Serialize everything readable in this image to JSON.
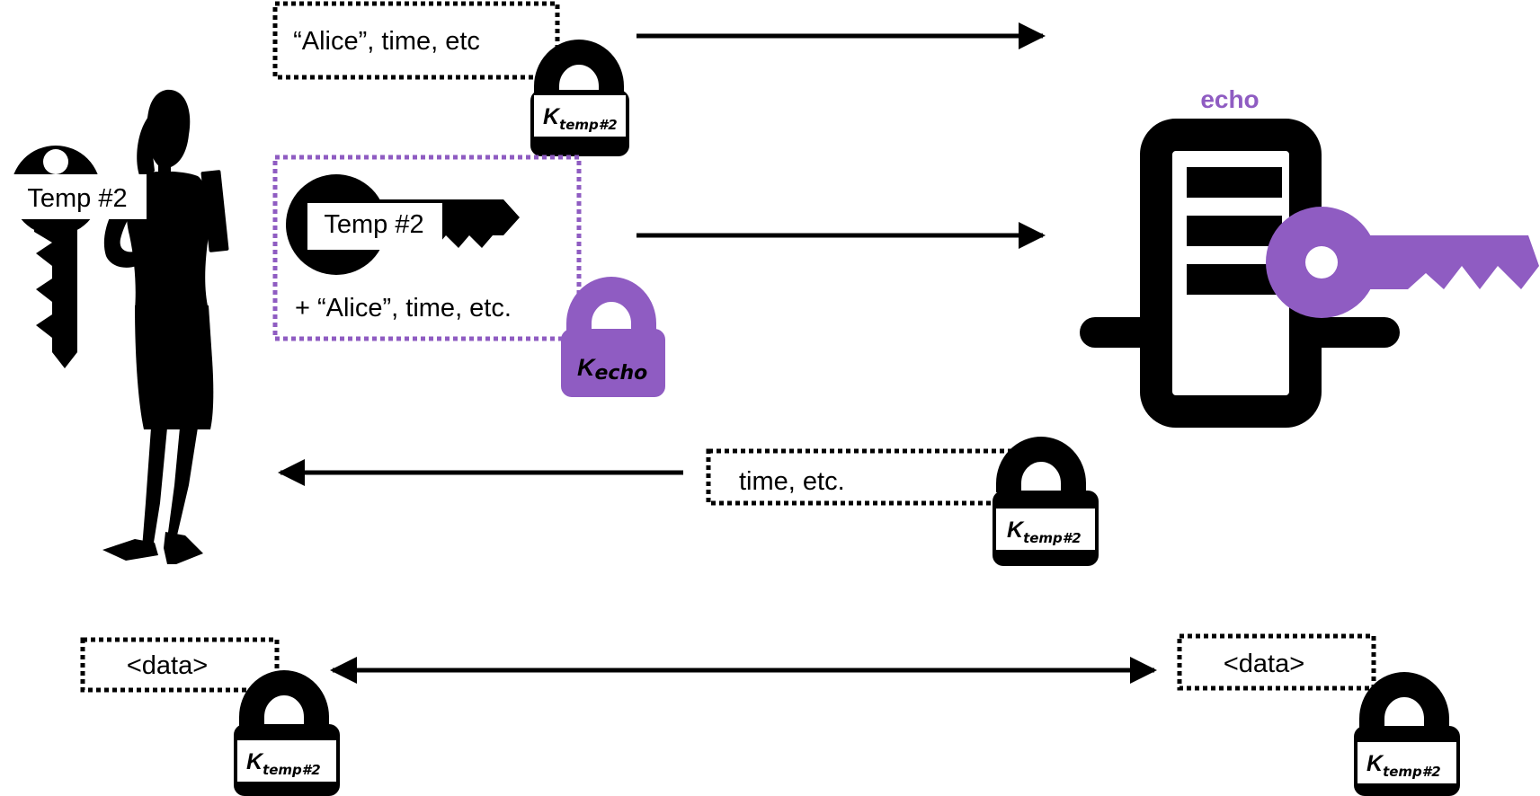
{
  "colors": {
    "ink": "#000000",
    "accent": "#8f5cc2",
    "background": "#ffffff"
  },
  "server": {
    "label": "echo",
    "icon": "server-icon"
  },
  "person": {
    "icon": "woman-silhouette-icon"
  },
  "alice_key": {
    "label": "Temp #2",
    "icon": "key-icon"
  },
  "messages": {
    "msg1": {
      "text": "“Alice”, time, etc",
      "lock": {
        "k": "K",
        "sub": "temp#2"
      }
    },
    "msg2": {
      "key_label": "Temp #2",
      "text": "+ “Alice”, time, etc.",
      "lock": {
        "k": "K",
        "sub": "echo"
      }
    },
    "msg3": {
      "text": "time, etc.",
      "lock": {
        "k": "K",
        "sub": "temp#2"
      }
    },
    "data_left": {
      "text": "<data>",
      "lock": {
        "k": "K",
        "sub": "temp#2"
      }
    },
    "data_right": {
      "text": "<data>",
      "lock": {
        "k": "K",
        "sub": "temp#2"
      }
    }
  }
}
